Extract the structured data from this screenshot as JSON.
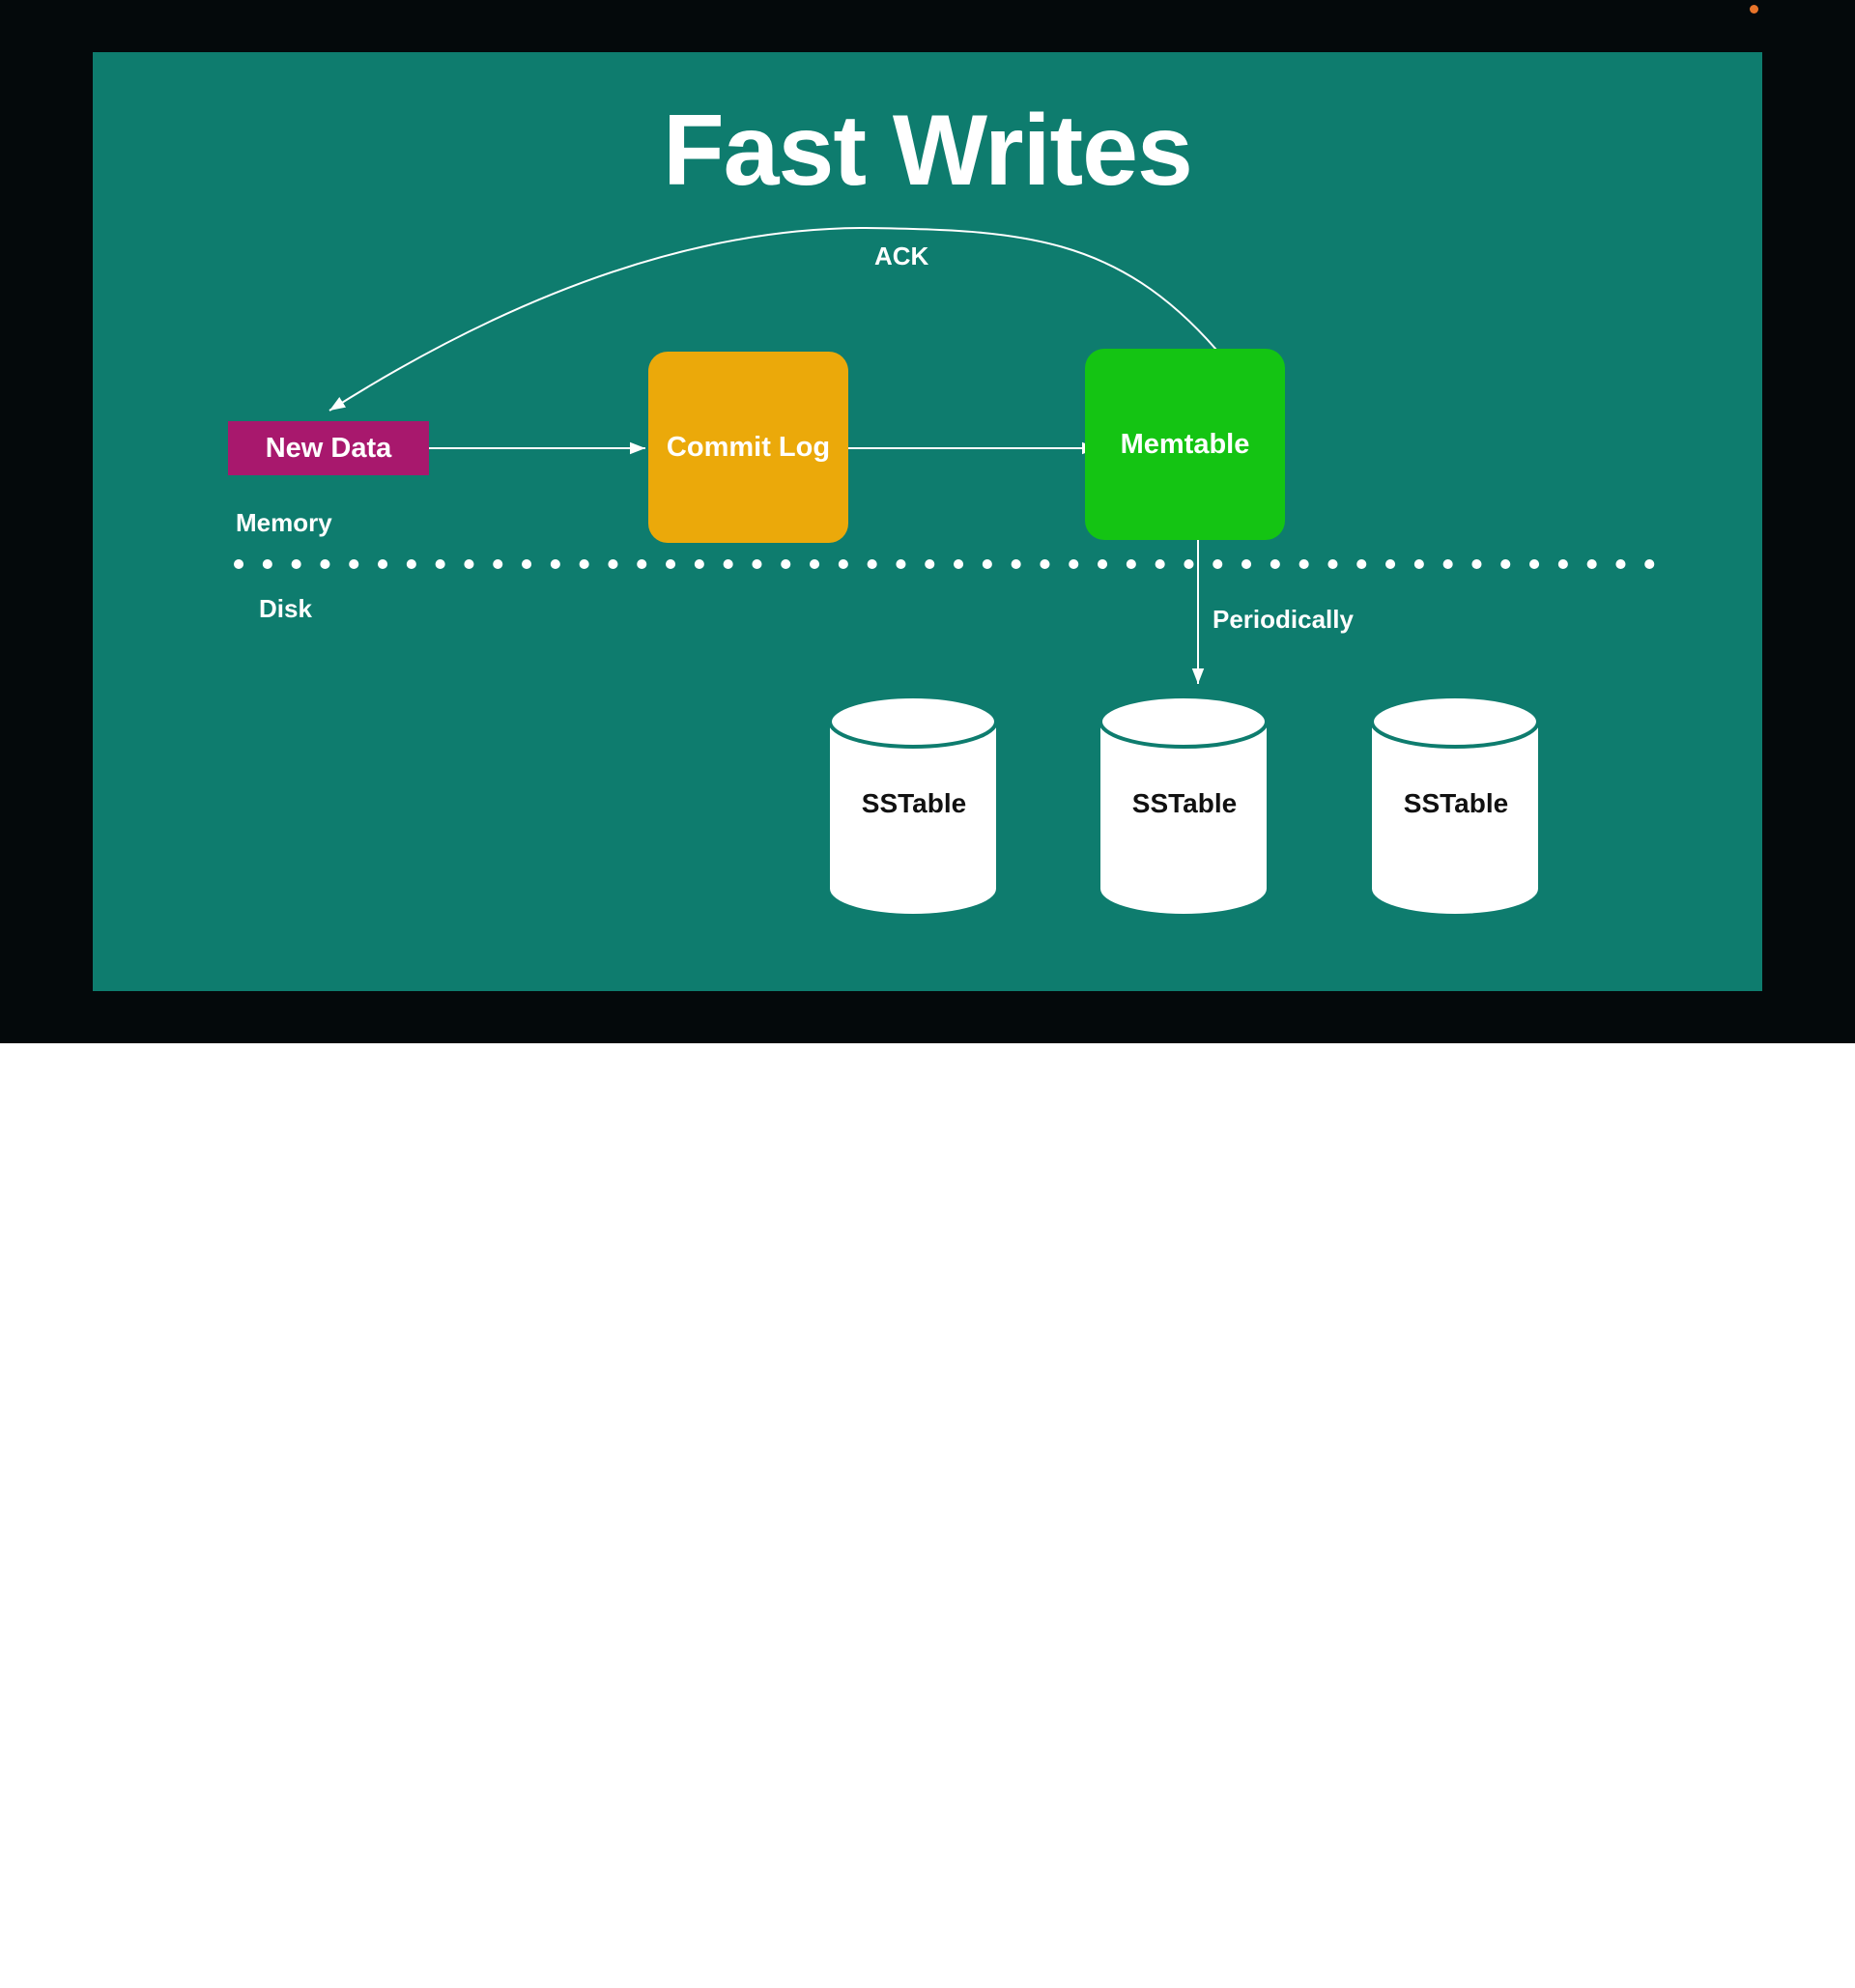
{
  "slide": {
    "title": "Fast Writes",
    "background_color": "#0e7c6e"
  },
  "nodes": {
    "new_data": {
      "label": "New Data",
      "color": "#a8186d"
    },
    "commit_log": {
      "label": "Commit Log",
      "color": "#eba90a"
    },
    "memtable": {
      "label": "Memtable",
      "color": "#14c413"
    }
  },
  "edges": {
    "ack_label": "ACK",
    "periodically_label": "Periodically"
  },
  "regions": {
    "memory_label": "Memory",
    "disk_label": "Disk"
  },
  "sstables": [
    {
      "label": "SSTable"
    },
    {
      "label": "SSTable"
    },
    {
      "label": "SSTable"
    }
  ],
  "recording_indicator_color": "#e8742a"
}
